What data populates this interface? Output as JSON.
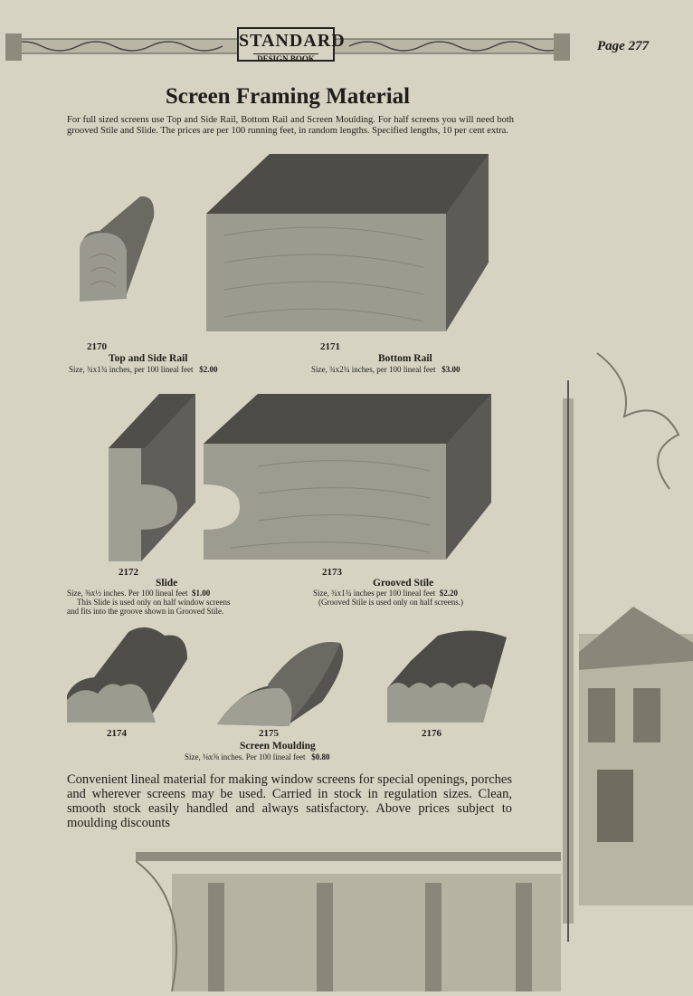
{
  "header": {
    "logo_main": "STANDARD",
    "logo_sub": "DESIGN BOOK",
    "page_number": "Page 277"
  },
  "title": "Screen Framing Material",
  "intro": "For full sized screens use Top and Side Rail, Bottom Rail and Screen Moulding. For half screens you will need both grooved Stile and Slide. The prices are per 100 running feet, in random lengths. Specified lengths, 10 per cent extra.",
  "items": [
    {
      "number": "2170",
      "name": "Top and Side Rail",
      "size": "Size, ¾x1¾ inches, per 100 lineal feet",
      "price": "$2.00"
    },
    {
      "number": "2171",
      "name": "Bottom Rail",
      "size": "Size, ¾x2¾ inches, per 100 lineal feet",
      "price": "$3.00"
    },
    {
      "number": "2172",
      "name": "Slide",
      "size": "Size, ⅜x½ inches. Per 100 lineal feet",
      "price": "$1.00",
      "note1": "This Slide is used only on half window screens",
      "note2": "and fits into the groove shown in Grooved Stile."
    },
    {
      "number": "2173",
      "name": "Grooved Stile",
      "size": "Size, ¾x1¾ inches per 100 lineal feet",
      "price": "$2.20",
      "note1": "(Grooved Stile is used only on half screens.)"
    },
    {
      "number": "2174"
    },
    {
      "number": "2175"
    },
    {
      "number": "2176"
    }
  ],
  "moulding": {
    "name": "Screen Moulding",
    "size": "Size, ⅛x⅜ inches. Per 100 lineal feet",
    "price": "$0.80"
  },
  "footer": "Convenient lineal material for making window screens for special openings, porches and wherever screens may be used. Carried in stock in regulation sizes. Clean, smooth stock easily handled and always satisfactory. Above prices subject to moulding discounts"
}
